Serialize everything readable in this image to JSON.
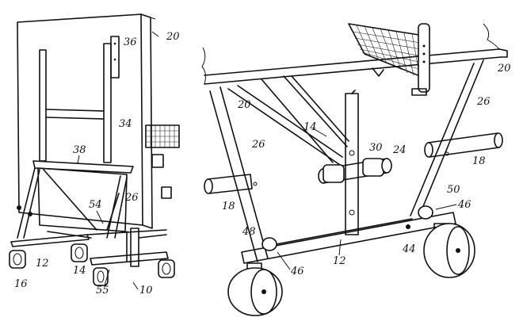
{
  "labels": {
    "n10": "10",
    "n12a": "12",
    "n12b": "12",
    "n14a": "14",
    "n14b": "14",
    "n16": "16",
    "n18a": "18",
    "n18b": "18",
    "n20a": "20",
    "n20b": "20",
    "n20c": "20",
    "n24": "24",
    "n26a": "26",
    "n26b": "26",
    "n26c": "26",
    "n30": "30",
    "n34": "34",
    "n36": "36",
    "n38": "38",
    "n44": "44",
    "n46a": "46",
    "n46b": "46",
    "n48": "48",
    "n50": "50",
    "n54": "54",
    "n55": "55"
  }
}
